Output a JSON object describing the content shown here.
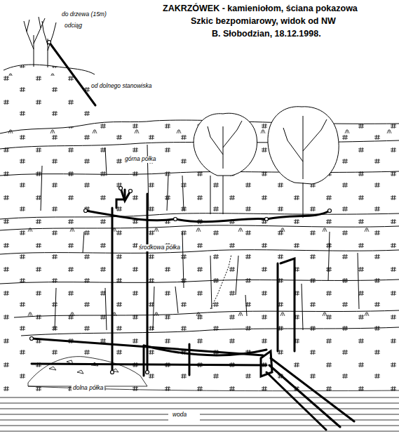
{
  "diagram": {
    "title": "ZAKRZÓWEK - kamieniołom, ściana pokazowa",
    "labels": [
      "Szkic bezpomiarowy, widok od NW",
      "B. Słobodzian, 18.12.1998.",
      "do drzewa (15m)",
      "odciąg",
      "od dolnego stanowiska",
      "górna półka",
      "środkowa półka",
      "dolna półka",
      "woda"
    ]
  }
}
